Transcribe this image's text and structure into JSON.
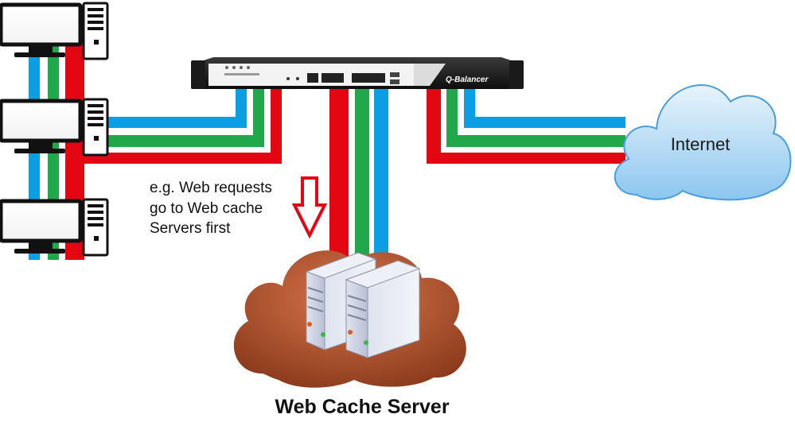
{
  "device": {
    "brand": "Q-Balancer"
  },
  "nodes": {
    "internet": "Internet",
    "web_cache": "Web Cache Server"
  },
  "annotation": {
    "lines": [
      "e.g. Web requests",
      "go to Web cache",
      "Servers first"
    ]
  },
  "colors": {
    "blue": "#0a9ee4",
    "green": "#21a84a",
    "red": "#e30613",
    "cloud_blue": "#a9d4f2",
    "cloud_brown": "#a24b27"
  }
}
